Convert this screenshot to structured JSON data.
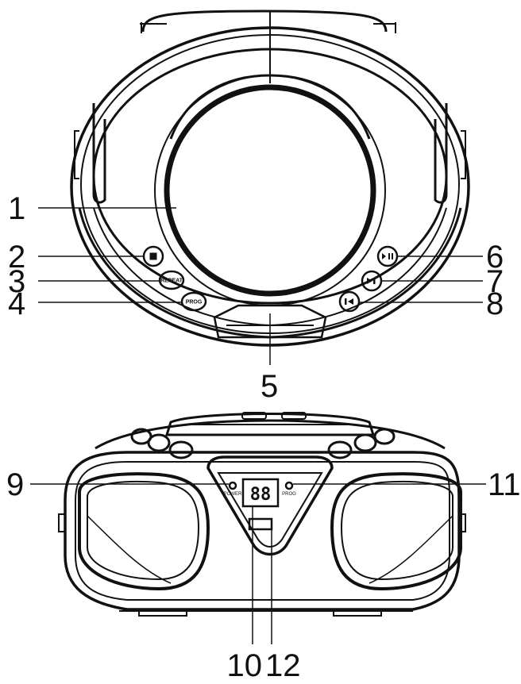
{
  "callouts": {
    "n1": "1",
    "n2": "2",
    "n3": "3",
    "n4": "4",
    "n5": "5",
    "n6": "6",
    "n7": "7",
    "n8": "8",
    "n9": "9",
    "n10": "10",
    "n11": "11",
    "n12": "12"
  },
  "top_buttons": {
    "repeat": "REPEAT",
    "prog": "PROG"
  },
  "front_panel": {
    "power_label": "POWER",
    "prog_label": "PROG",
    "display_value": "88"
  }
}
